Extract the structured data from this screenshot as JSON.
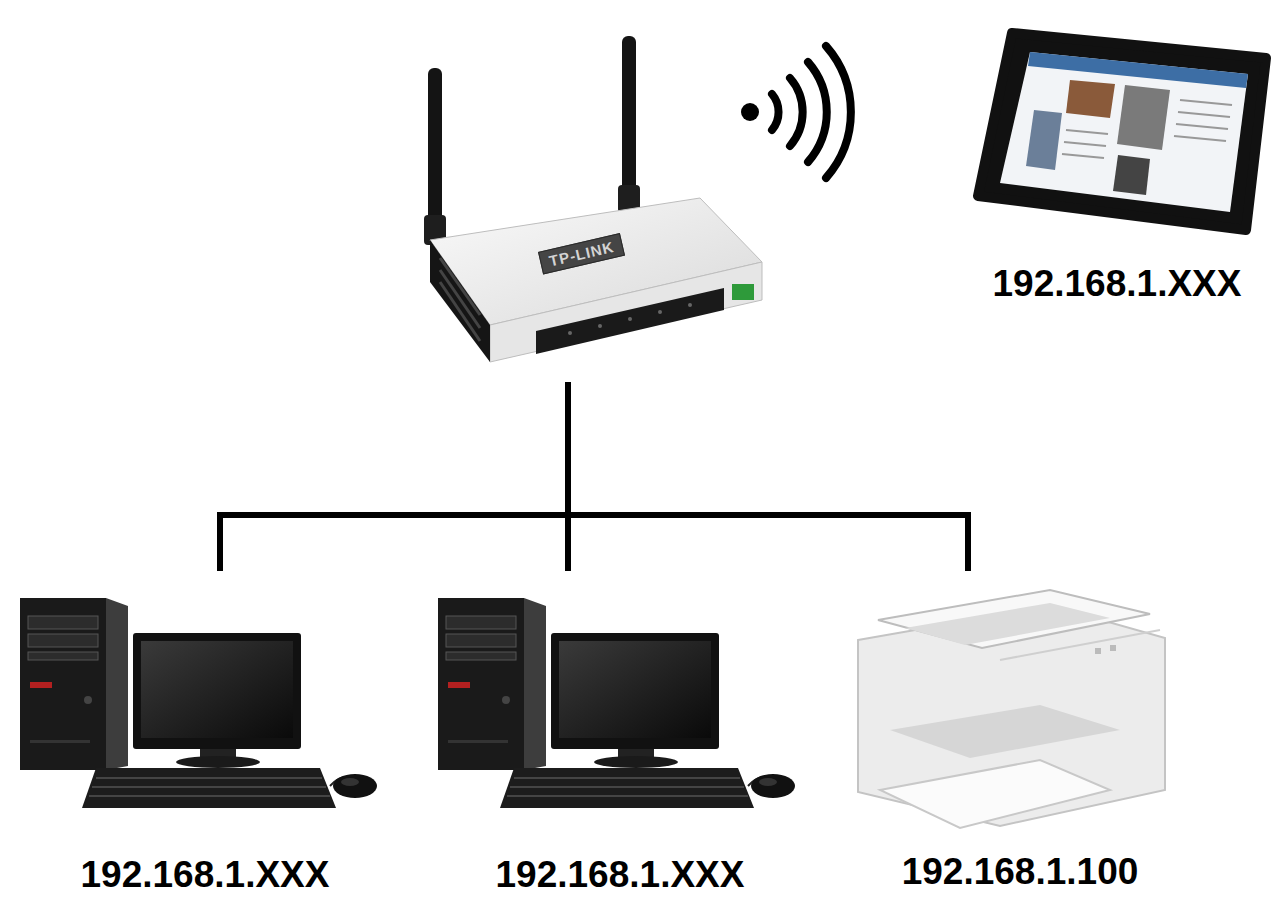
{
  "diagram": {
    "nodes": [
      {
        "text": [
          "TP-LINK"
        ]
      },
      {
        "text": [
          "192.168.1.XXX"
        ]
      },
      {
        "text": [
          "192.168.1.XXX"
        ]
      },
      {
        "text": [
          "192.168.1.XXX"
        ]
      },
      {
        "text": [
          "192.168.1.100"
        ]
      }
    ],
    "edges": [
      {
        "from": 0,
        "to": 2,
        "arrow": "none"
      },
      {
        "from": 0,
        "to": 3,
        "arrow": "none"
      },
      {
        "from": 0,
        "to": 4,
        "arrow": "none"
      }
    ]
  }
}
